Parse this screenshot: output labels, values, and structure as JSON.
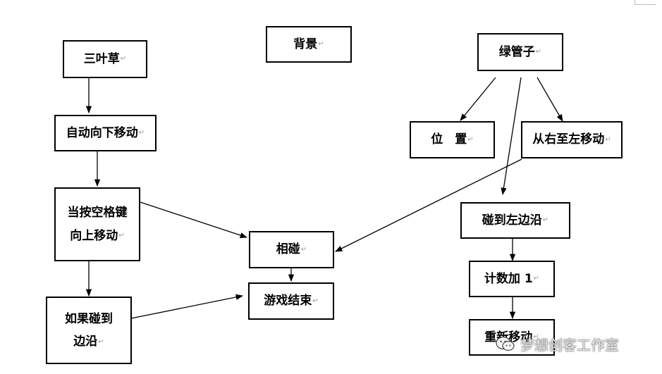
{
  "nodes": {
    "clover": "三叶草",
    "background": "背景",
    "green_pipe": "绿管子",
    "auto_move_down": "自动向下移动",
    "position": "位　置",
    "move_right_to_left": "从右至左移动",
    "space_key_line1": "当按空格键",
    "space_key_line2": "向上移动",
    "collide": "相碰",
    "hit_left_edge": "碰到左边沿",
    "count_plus_one": "计数加 1",
    "game_over": "游戏结束",
    "hit_edge_line1": "如果碰到",
    "hit_edge_line2": "边沿",
    "reset_move": "重新移动"
  },
  "paragraph_mark": "↵",
  "watermark": "梦想创客工作室",
  "colors": {
    "stroke": "#000000",
    "background": "#ffffff"
  }
}
